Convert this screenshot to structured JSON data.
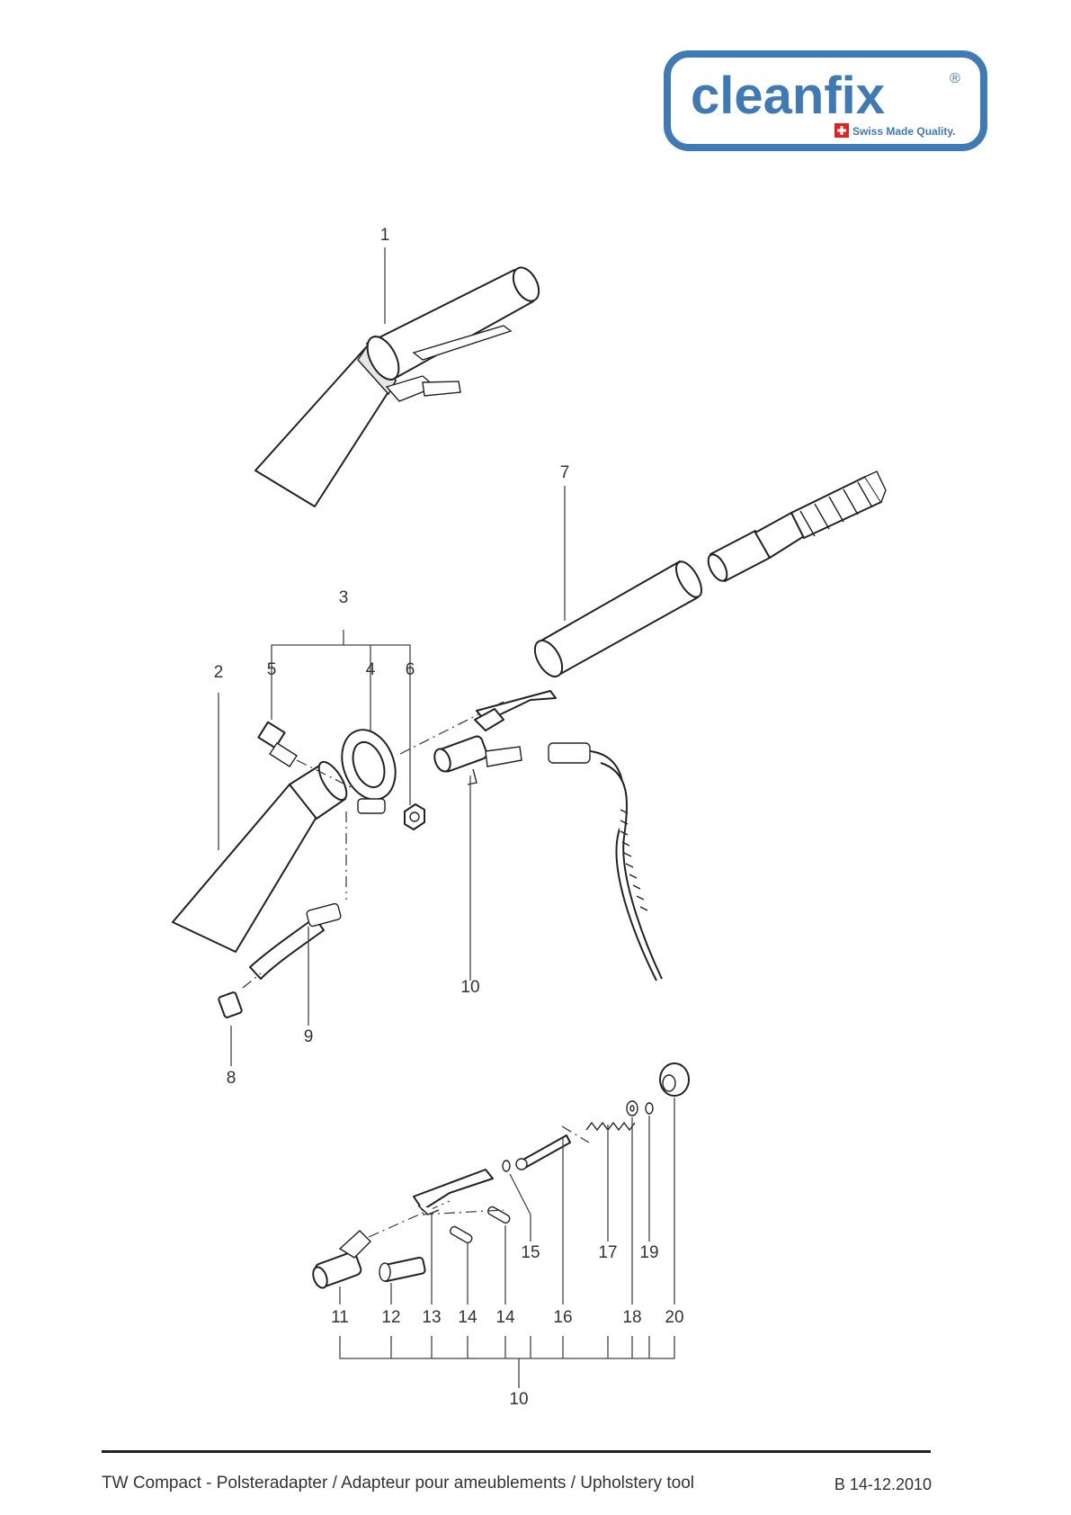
{
  "brand": {
    "name": "cleanfix",
    "registered": "®",
    "tagline": "Swiss Made Quality.",
    "color": "#3f7ab4",
    "flag_color": "#e3201b"
  },
  "callouts": [
    "1",
    "2",
    "3",
    "4",
    "5",
    "6",
    "7",
    "8",
    "9",
    "10",
    "10",
    "11",
    "12",
    "13",
    "14",
    "14",
    "15",
    "16",
    "17",
    "18",
    "19",
    "20"
  ],
  "footer": {
    "title": "TW Compact - Polsteradapter / Adapteur pour ameublements / Upholstery tool",
    "reference": "B 14-12.2010"
  }
}
